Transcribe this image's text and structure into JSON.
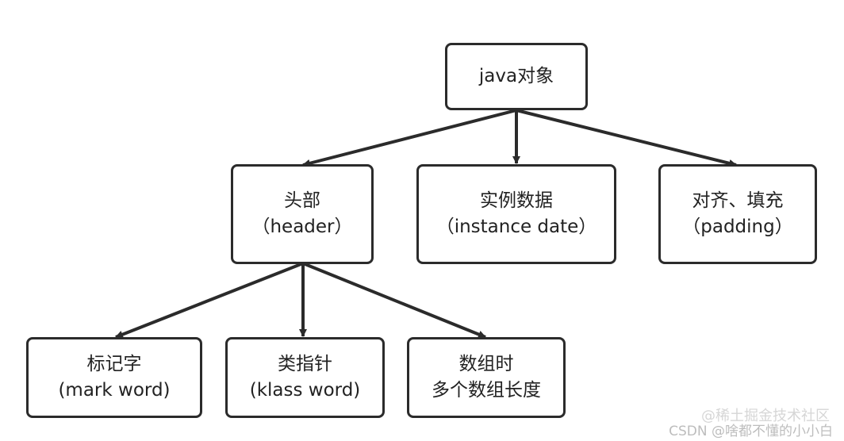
{
  "nodes": {
    "root": {
      "line1": "java对象"
    },
    "header": {
      "line1": "头部",
      "line2": "（header）"
    },
    "instance": {
      "line1": "实例数据",
      "line2": "（instance date）"
    },
    "padding": {
      "line1": "对齐、填充",
      "line2": "（padding）"
    },
    "markword": {
      "line1": "标记字",
      "line2": "(mark word)"
    },
    "klass": {
      "line1": "类指针",
      "line2": "(klass word)"
    },
    "array": {
      "line1": "数组时",
      "line2": "多个数组长度"
    }
  },
  "edges": [
    {
      "from": "root",
      "to": "header"
    },
    {
      "from": "root",
      "to": "instance"
    },
    {
      "from": "root",
      "to": "padding"
    },
    {
      "from": "header",
      "to": "markword"
    },
    {
      "from": "header",
      "to": "klass"
    },
    {
      "from": "header",
      "to": "array"
    }
  ],
  "watermarks": {
    "top": "@稀土掘金技术社区",
    "bottom": "CSDN @啥都不懂的小小白"
  },
  "colors": {
    "stroke": "#2b2b2b",
    "text": "#222222"
  }
}
